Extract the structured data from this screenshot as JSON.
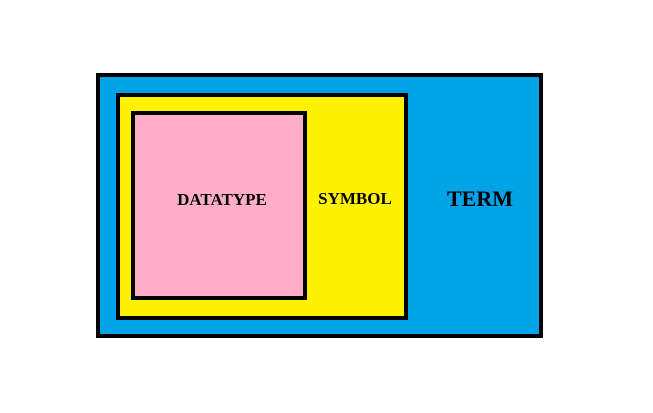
{
  "diagram": {
    "outer": {
      "label": "TERM",
      "color": "#00a2e8"
    },
    "middle": {
      "label": "SYMBOL",
      "color": "#fff200"
    },
    "inner": {
      "label": "DATATYPE",
      "color": "#ffaec9"
    },
    "border_color": "#000000"
  }
}
